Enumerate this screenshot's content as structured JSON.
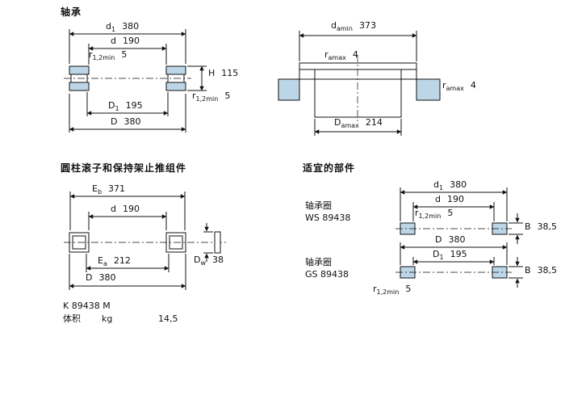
{
  "colors": {
    "shade": "#bcd6e8",
    "line": "#111111"
  },
  "bearing": {
    "title": "轴承",
    "d1": {
      "sym": "d",
      "sub": "1",
      "val": "380"
    },
    "d": {
      "sym": "d",
      "sub": "",
      "val": "190"
    },
    "r_top": {
      "sym": "r",
      "sub": "1,2min",
      "val": "5"
    },
    "H": {
      "sym": "H",
      "sub": "",
      "val": "115"
    },
    "r_bottom": {
      "sym": "r",
      "sub": "1,2min",
      "val": "5"
    },
    "D1": {
      "sym": "D",
      "sub": "1",
      "val": "195"
    },
    "D": {
      "sym": "D",
      "sub": "",
      "val": "380"
    }
  },
  "abutment": {
    "d_amin": {
      "sym": "d",
      "sub": "amin",
      "val": "373"
    },
    "r_amax_left": {
      "sym": "r",
      "sub": "amax",
      "val": "4"
    },
    "r_amax_right": {
      "sym": "r",
      "sub": "amax",
      "val": "4"
    },
    "D_amax": {
      "sym": "D",
      "sub": "amax",
      "val": "214"
    }
  },
  "assembly": {
    "title": "圆柱滚子和保持架止推组件",
    "Eb": {
      "sym": "E",
      "sub": "b",
      "val": "371"
    },
    "d": {
      "sym": "d",
      "sub": "",
      "val": "190"
    },
    "Ea": {
      "sym": "E",
      "sub": "a",
      "val": "212"
    },
    "D": {
      "sym": "D",
      "sub": "",
      "val": "380"
    },
    "Dw": {
      "sym": "D",
      "sub": "w",
      "val": "38"
    },
    "designation": "K 89438 M",
    "mass_label": "体积",
    "mass_unit": "kg",
    "mass_value": "14,5"
  },
  "parts": {
    "title": "适宜的部件",
    "ws": {
      "kind": "轴承圈",
      "designation": "WS 89438",
      "d1": {
        "sym": "d",
        "sub": "1",
        "val": "380"
      },
      "d": {
        "sym": "d",
        "sub": "",
        "val": "190"
      },
      "r": {
        "sym": "r",
        "sub": "1,2min",
        "val": "5"
      },
      "B": {
        "sym": "B",
        "sub": "",
        "val": "38,5"
      }
    },
    "gs": {
      "kind": "轴承圈",
      "designation": "GS 89438",
      "D": {
        "sym": "D",
        "sub": "",
        "val": "380"
      },
      "D1": {
        "sym": "D",
        "sub": "1",
        "val": "195"
      },
      "r": {
        "sym": "r",
        "sub": "1,2min",
        "val": "5"
      },
      "B": {
        "sym": "B",
        "sub": "",
        "val": "38,5"
      }
    }
  }
}
